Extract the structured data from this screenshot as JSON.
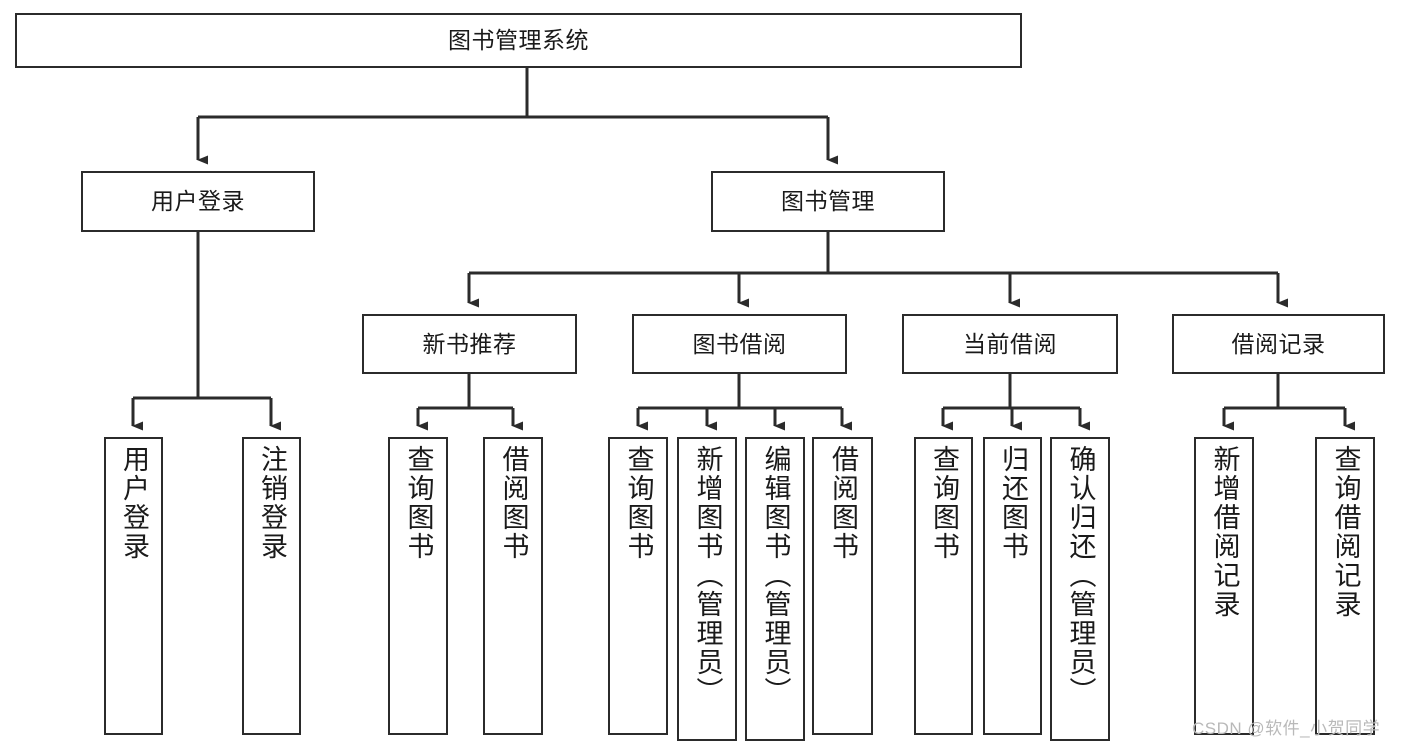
{
  "diagram": {
    "type": "tree-hierarchy",
    "title": "图书管理系统",
    "colors": {
      "stroke": "#2b2b2b",
      "fill": "#ffffff",
      "text": "#1a1a1a",
      "watermark": "#b9b9b9"
    },
    "root": {
      "id": "root",
      "label": "图书管理系统"
    },
    "level2": [
      {
        "id": "user-login",
        "label": "用户登录"
      },
      {
        "id": "book-manage",
        "label": "图书管理"
      }
    ],
    "level3": [
      {
        "id": "new-book-rec",
        "label": "新书推荐"
      },
      {
        "id": "book-borrow",
        "label": "图书借阅"
      },
      {
        "id": "current-borrow",
        "label": "当前借阅"
      },
      {
        "id": "borrow-record",
        "label": "借阅记录"
      }
    ],
    "leaves": {
      "user_login": [
        {
          "id": "leaf-user-login",
          "label": "用户登录"
        },
        {
          "id": "leaf-logout",
          "label": "注销登录"
        }
      ],
      "new_book_rec": [
        {
          "id": "leaf-query-book-1",
          "label": "查询图书"
        },
        {
          "id": "leaf-borrow-book-1",
          "label": "借阅图书"
        }
      ],
      "book_borrow": [
        {
          "id": "leaf-query-book-2",
          "label": "查询图书"
        },
        {
          "id": "leaf-add-book",
          "label": "新增图书（管理员）"
        },
        {
          "id": "leaf-edit-book",
          "label": "编辑图书（管理员）"
        },
        {
          "id": "leaf-borrow-book-2",
          "label": "借阅图书"
        }
      ],
      "current_borrow": [
        {
          "id": "leaf-query-book-3",
          "label": "查询图书"
        },
        {
          "id": "leaf-return-book",
          "label": "归还图书"
        },
        {
          "id": "leaf-confirm-return",
          "label": "确认归还（管理员）"
        }
      ],
      "borrow_record": [
        {
          "id": "leaf-add-record",
          "label": "新增借阅记录"
        },
        {
          "id": "leaf-query-record",
          "label": "查询借阅记录"
        }
      ]
    }
  },
  "watermark": {
    "text": "CSDN @软件_小贺同学"
  }
}
